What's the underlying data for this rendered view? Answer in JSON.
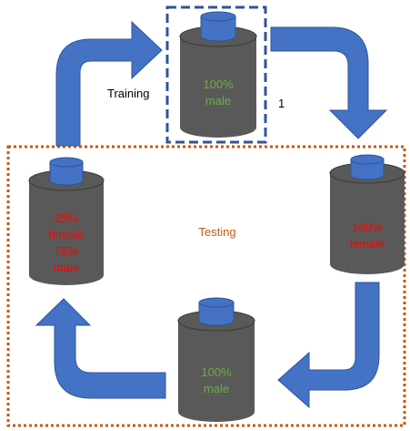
{
  "labels": {
    "training": "Training",
    "testing": "Testing",
    "step_number": "1"
  },
  "cylinders": {
    "top": {
      "line1": "100%",
      "line2": "male"
    },
    "right": {
      "line1": "100%",
      "line2": "female"
    },
    "bottom": {
      "line1": "100%",
      "line2": "male"
    },
    "left": {
      "line1": "25%",
      "line2": "female",
      "line3": "75%",
      "line4": "male"
    }
  },
  "colors": {
    "arrow": "#4472C4",
    "arrow_outline": "#2F5597",
    "cylinder_body": "#595959",
    "cylinder_cap": "#4472C4",
    "male_text": "#70AD47",
    "female_text": "#FF0000",
    "test_border": "#C55A11",
    "training_border": "#2F5597",
    "testing_text": "#C55A11"
  }
}
